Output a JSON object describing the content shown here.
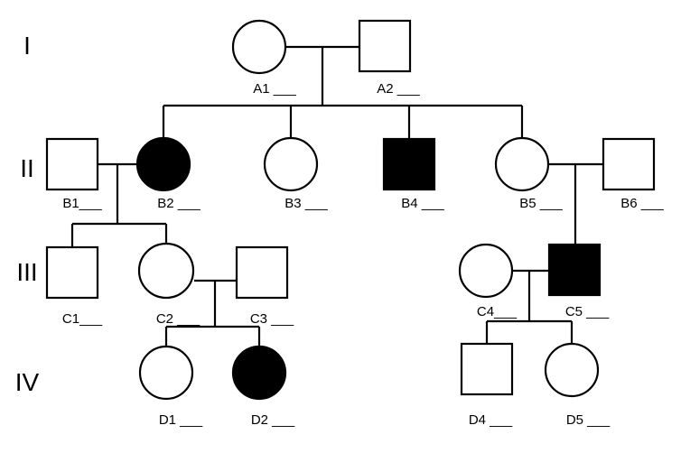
{
  "generations": [
    "I",
    "II",
    "III",
    "IV"
  ],
  "individuals": [
    {
      "id": "A1",
      "label": "A1 ___",
      "sex": "female",
      "affected": false
    },
    {
      "id": "A2",
      "label": "A2 ___",
      "sex": "male",
      "affected": false
    },
    {
      "id": "B1",
      "label": "B1___",
      "sex": "male",
      "affected": false
    },
    {
      "id": "B2",
      "label": "B2 ___",
      "sex": "female",
      "affected": true
    },
    {
      "id": "B3",
      "label": "B3 ___",
      "sex": "female",
      "affected": false
    },
    {
      "id": "B4",
      "label": "B4 ___",
      "sex": "male",
      "affected": true
    },
    {
      "id": "B5",
      "label": "B5 ___",
      "sex": "female",
      "affected": false
    },
    {
      "id": "B6",
      "label": "B6 ___",
      "sex": "male",
      "affected": false
    },
    {
      "id": "C1",
      "label": "C1___",
      "sex": "male",
      "affected": false
    },
    {
      "id": "C2",
      "label": "C2 ___",
      "sex": "female",
      "affected": false
    },
    {
      "id": "C3",
      "label": "C3 ___",
      "sex": "male",
      "affected": false
    },
    {
      "id": "C4",
      "label": "C4___",
      "sex": "female",
      "affected": false
    },
    {
      "id": "C5",
      "label": "C5 ___",
      "sex": "male",
      "affected": true
    },
    {
      "id": "D1",
      "label": "D1 ___",
      "sex": "female",
      "affected": false
    },
    {
      "id": "D2",
      "label": "D2 ___",
      "sex": "female",
      "affected": true
    },
    {
      "id": "D4",
      "label": "D4 ___",
      "sex": "male",
      "affected": false
    },
    {
      "id": "D5",
      "label": "D5 ___",
      "sex": "female",
      "affected": false
    }
  ],
  "colors": {
    "affected": "#000000",
    "unaffected": "#ffffff",
    "line": "#000000"
  }
}
